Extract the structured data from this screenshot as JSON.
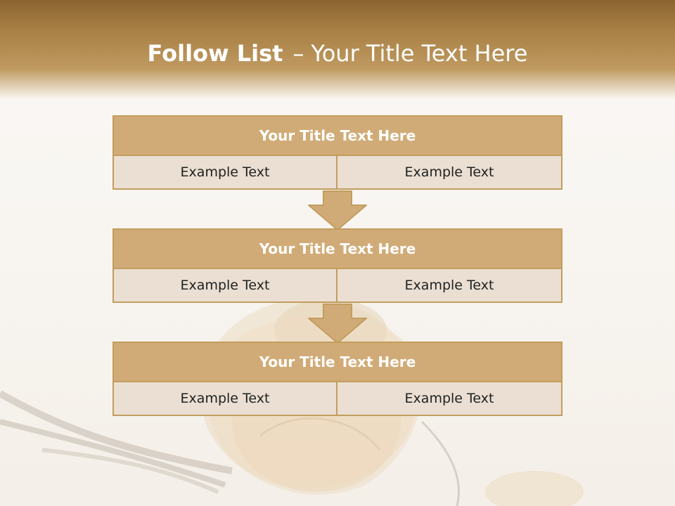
{
  "slide": {
    "title_bold": "Follow List",
    "title_separator": "–",
    "title_rest": "Your Title Text Here"
  },
  "steps": [
    {
      "title": "Your Title Text Here",
      "left": "Example Text",
      "right": "Example Text"
    },
    {
      "title": "Your Title Text Here",
      "left": "Example Text",
      "right": "Example Text"
    },
    {
      "title": "Your Title Text Here",
      "left": "Example Text",
      "right": "Example Text"
    }
  ],
  "colors": {
    "header_band": "#a87f45",
    "box_header": "#d1ab77",
    "box_body": "#eadfd2",
    "border": "#c29d5d",
    "arrow": "#d1ab77"
  },
  "icons": [
    "down-arrow-icon",
    "rose-background-image"
  ]
}
